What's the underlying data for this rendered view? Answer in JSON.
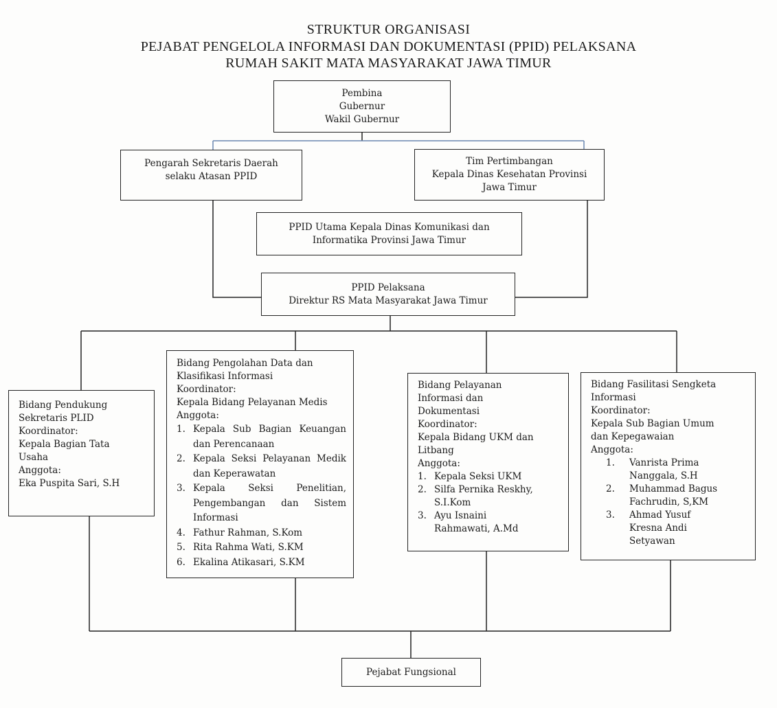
{
  "title": [
    "STRUKTUR ORGANISASI",
    "PEJABAT PENGELOLA INFORMASI DAN DOKUMENTASI (PPID) PELAKSANA",
    "RUMAH SAKIT MATA MASYARAKAT JAWA TIMUR"
  ],
  "pembina": [
    "Pembina",
    "Gubernur",
    "Wakil Gubernur"
  ],
  "pengarah": [
    "Pengarah Sekretaris Daerah",
    "selaku Atasan PPID"
  ],
  "tim": [
    "Tim Pertimbangan",
    "Kepala Dinas Kesehatan Provinsi",
    "Jawa Timur"
  ],
  "ppid_utama": [
    "PPID Utama Kepala Dinas Komunikasi dan",
    "Informatika Provinsi Jawa Timur"
  ],
  "ppid_pelaksana": [
    "PPID Pelaksana",
    "Direktur RS Mata Masyarakat Jawa Timur"
  ],
  "bidang": [
    {
      "lines": [
        "Bidang Pendukung",
        "Sekretaris PLID",
        "Koordinator:",
        "Kepala Bagian Tata",
        "Usaha",
        "Anggota:",
        "Eka Puspita Sari, S.H"
      ],
      "members": []
    },
    {
      "lines": [
        "Bidang Pengolahan Data dan",
        "Klasifikasi Informasi",
        "Koordinator:",
        "Kepala Bidang Pelayanan Medis",
        "Anggota:"
      ],
      "members": [
        "Kepala Sub Bagian Keuangan dan Perencanaan",
        "Kepala Seksi Pelayanan Medik dan Keperawatan",
        "Kepala Seksi Penelitian, Pengembangan dan Sistem Informasi",
        "Fathur Rahman, S.Kom",
        "Rita Rahma Wati, S.KM",
        "Ekalina Atikasari, S.KM"
      ]
    },
    {
      "lines": [
        "Bidang Pelayanan",
        "Informasi dan",
        "Dokumentasi",
        "Koordinator:",
        "Kepala Bidang UKM dan",
        "Litbang",
        "Anggota:"
      ],
      "members": [
        "Kepala Seksi UKM",
        "Silfa Pernika Reskhy, S.I.Kom",
        "Ayu Isnaini Rahmawati, A.Md"
      ]
    },
    {
      "lines": [
        "Bidang Fasilitasi Sengketa",
        "Informasi",
        "Koordinator:",
        "Kepala Sub Bagian Umum",
        "dan Kepegawaian",
        "Anggota:"
      ],
      "members": [
        "Vanrista Prima Nanggala, S.H",
        "Muhammad Bagus Fachrudin, S,KM",
        "Ahmad Yusuf Kresna Andi Setyawan"
      ]
    }
  ],
  "numbers": [
    "1.",
    "2.",
    "3.",
    "4.",
    "5.",
    "6."
  ],
  "pejabat_fungsional": "Pejabat Fungsional"
}
